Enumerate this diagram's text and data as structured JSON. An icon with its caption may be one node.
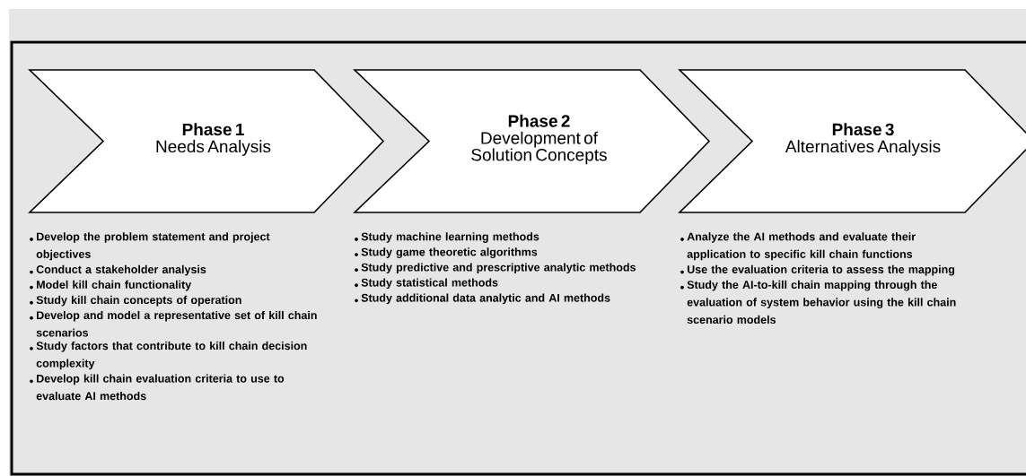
{
  "diagram": {
    "nodes": [
      {
        "text": [
          "Phase 1",
          "Needs Analysis"
        ]
      },
      {
        "text": [
          "Phase 2",
          "Development of Solution Concepts"
        ]
      },
      {
        "text": [
          "Phase 3",
          "Alternatives Analysis"
        ]
      }
    ],
    "labels": [
      "Develop the problem statement and project objectives",
      "Conduct a stakeholder analysis",
      "Model kill chain functionality",
      "Study kill chain concepts of operation",
      "Develop and model a representative set of kill chain scenarios",
      "Study factors that contribute to kill chain decision complexity",
      "Develop kill chain evaluation criteria to use to evaluate AI methods",
      "Study machine learning methods",
      "Study game theoretic algorithms",
      "Study predictive and prescriptive analytic methods",
      "Study statistical methods",
      "Study additional data analytic and AI methods",
      "Analyze the AI methods and evaluate their application to specific kill chain functions",
      "Use the evaluation criteria to assess the mapping",
      "Study the AI-to-kill chain mapping through the evaluation of system behavior using the kill chain scenario models"
    ]
  }
}
